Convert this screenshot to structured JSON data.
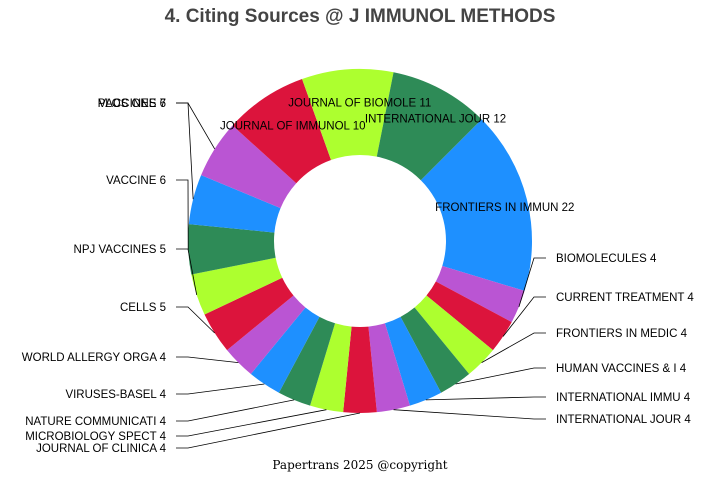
{
  "title": "4. Citing Sources @ J IMMUNOL METHODS",
  "footer": "Papertrans 2025 @copyright",
  "chart_data": {
    "type": "pie",
    "variant": "donut",
    "title": "4. Citing Sources @ J IMMUNOL METHODS",
    "start_angle_deg": 45,
    "direction": "clockwise",
    "inner_radius_ratio": 0.5,
    "slices": [
      {
        "label": "FRONTIERS IN IMMUN",
        "value": 22,
        "color": "#1E90FF",
        "label_text": "FRONTIERS IN IMMUN 22"
      },
      {
        "label": "BIOMOLECULES",
        "value": 4,
        "color": "#BA55D3",
        "label_text": "BIOMOLECULES 4"
      },
      {
        "label": "CURRENT TREATMENT",
        "value": 4,
        "color": "#DC143C",
        "label_text": "CURRENT TREATMENT  4"
      },
      {
        "label": "FRONTIERS IN MEDIC",
        "value": 4,
        "color": "#ADFF2F",
        "label_text": "FRONTIERS IN MEDIC 4"
      },
      {
        "label": "HUMAN VACCINES & I",
        "value": 4,
        "color": "#2E8B57",
        "label_text": "HUMAN VACCINES & I 4"
      },
      {
        "label": "INTERNATIONAL IMMU",
        "value": 4,
        "color": "#1E90FF",
        "label_text": "INTERNATIONAL IMMU 4"
      },
      {
        "label": "INTERNATIONAL JOUR",
        "value": 4,
        "color": "#BA55D3",
        "label_text": "INTERNATIONAL JOUR 4"
      },
      {
        "label": "JOURNAL OF CLINICA",
        "value": 4,
        "color": "#DC143C",
        "label_text": "JOURNAL OF CLINICA 4"
      },
      {
        "label": "MICROBIOLOGY SPECT",
        "value": 4,
        "color": "#ADFF2F",
        "label_text": "MICROBIOLOGY SPECT 4"
      },
      {
        "label": "NATURE COMMUNICATI",
        "value": 4,
        "color": "#2E8B57",
        "label_text": "NATURE COMMUNICATI 4"
      },
      {
        "label": "VIRUSES-BASEL",
        "value": 4,
        "color": "#1E90FF",
        "label_text": "VIRUSES-BASEL 4"
      },
      {
        "label": "WORLD ALLERGY ORGA",
        "value": 4,
        "color": "#BA55D3",
        "label_text": "WORLD ALLERGY ORGA 4"
      },
      {
        "label": "CELLS",
        "value": 5,
        "color": "#DC143C",
        "label_text": "CELLS 5"
      },
      {
        "label": "NPJ VACCINES",
        "value": 5,
        "color": "#ADFF2F",
        "label_text": "NPJ VACCINES 5"
      },
      {
        "label": "VACCINE",
        "value": 6,
        "color": "#2E8B57",
        "label_text": "VACCINE 6"
      },
      {
        "label": "PLOS ONE",
        "value": 6,
        "color": "#1E90FF",
        "label_text": "PLOS ONE 6"
      },
      {
        "label": "VACCINES",
        "value": 7,
        "color": "#BA55D3",
        "label_text": "VACCINES 7"
      },
      {
        "label": "JOURNAL OF IMMUNOL",
        "value": 10,
        "color": "#DC143C",
        "label_text": "JOURNAL OF IMMUNOL 10"
      },
      {
        "label": "JOURNAL OF BIOMOLE",
        "value": 11,
        "color": "#ADFF2F",
        "label_text": "JOURNAL OF BIOMOLE 11"
      },
      {
        "label": "INTERNATIONAL JOUR",
        "value": 12,
        "color": "#2E8B57",
        "label_text": "INTERNATIONAL JOUR 12"
      }
    ]
  }
}
